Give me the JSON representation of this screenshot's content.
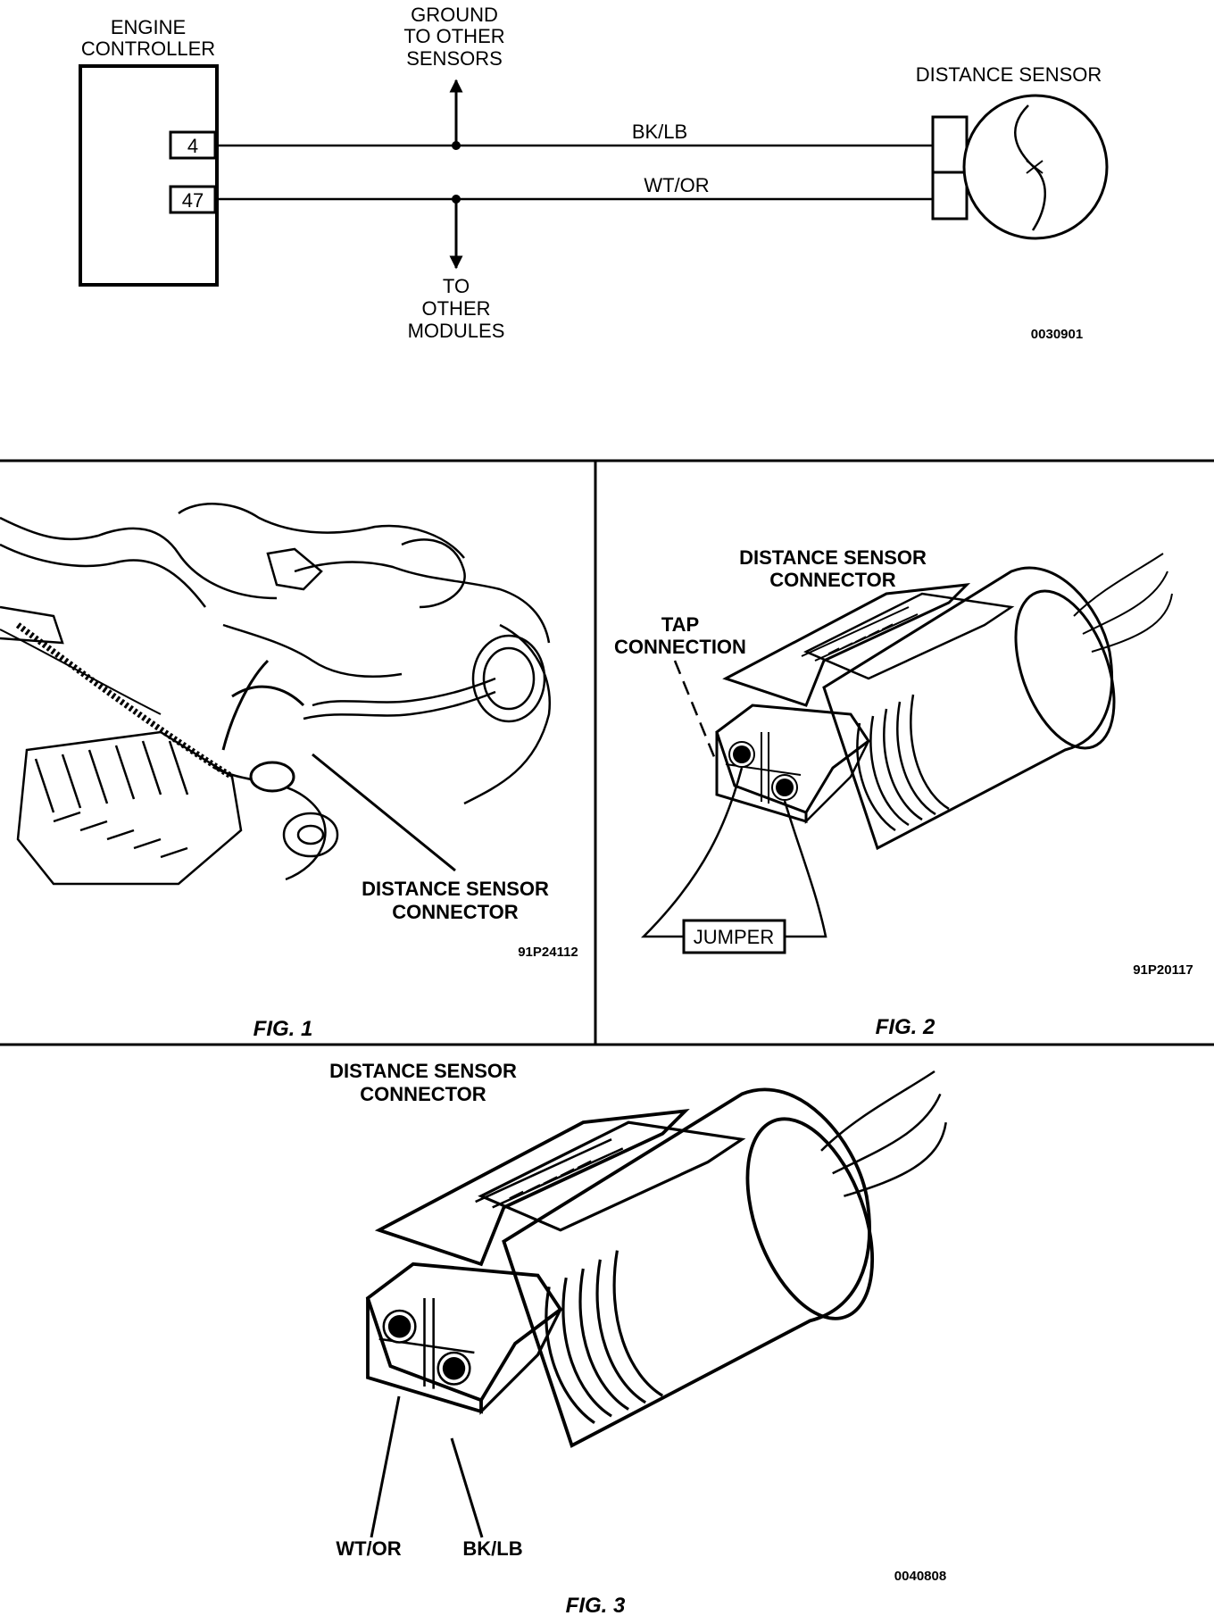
{
  "schematic": {
    "engine_controller_label": [
      "ENGINE",
      "CONTROLLER"
    ],
    "pin_a": "4",
    "pin_b": "47",
    "ground_label": [
      "GROUND",
      "TO OTHER",
      "SENSORS"
    ],
    "modules_label": [
      "TO",
      "OTHER",
      "MODULES"
    ],
    "wire_a": "BK/LB",
    "wire_b": "WT/OR",
    "sensor_label": "DISTANCE SENSOR",
    "figure_code": "0030901"
  },
  "fig1": {
    "callout": [
      "DISTANCE SENSOR",
      "CONNECTOR"
    ],
    "figure_code": "91P24112",
    "caption": "FIG. 1"
  },
  "fig2": {
    "title": [
      "DISTANCE SENSOR",
      "CONNECTOR"
    ],
    "tap_label": [
      "TAP",
      "CONNECTION"
    ],
    "jumper_label": "JUMPER",
    "figure_code": "91P20117",
    "caption": "FIG. 2"
  },
  "fig3": {
    "title": [
      "DISTANCE SENSOR",
      "CONNECTOR"
    ],
    "pin_left_label": "WT/OR",
    "pin_right_label": "BK/LB",
    "figure_code": "0040808",
    "caption": "FIG. 3"
  }
}
